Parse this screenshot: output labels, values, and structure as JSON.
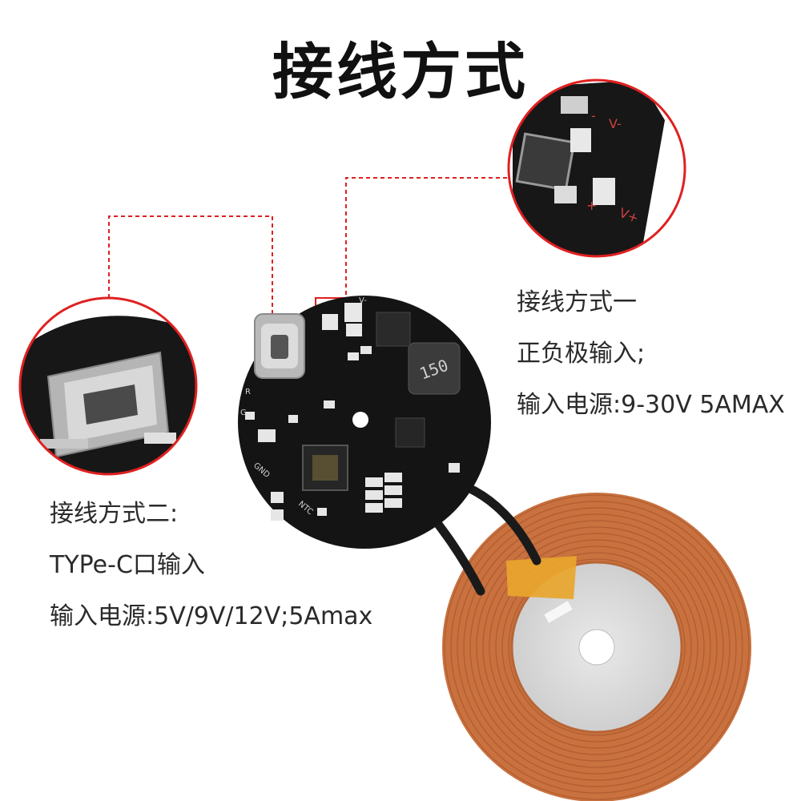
{
  "title": "接线方式",
  "method1": {
    "heading": "接线方式一",
    "line2": "正负极输入;",
    "line3": "输入电源:9-30V 5AMAX"
  },
  "method2": {
    "heading": "接线方式二:",
    "line2": "TYPe-C口输入",
    "line3": "输入电源:5V/9V/12V;5Amax"
  },
  "board_marks": {
    "inductor": "150",
    "v_minus": "V-",
    "v_plus": "V+",
    "minus": "-",
    "plus": "+",
    "r": "R",
    "g": "G",
    "gnd": "GND",
    "ntc": "NTC"
  },
  "colors": {
    "red_guide": "#e02020",
    "pcb": "#111111",
    "copper": "#c9713f",
    "tape": "#e8a52c"
  }
}
